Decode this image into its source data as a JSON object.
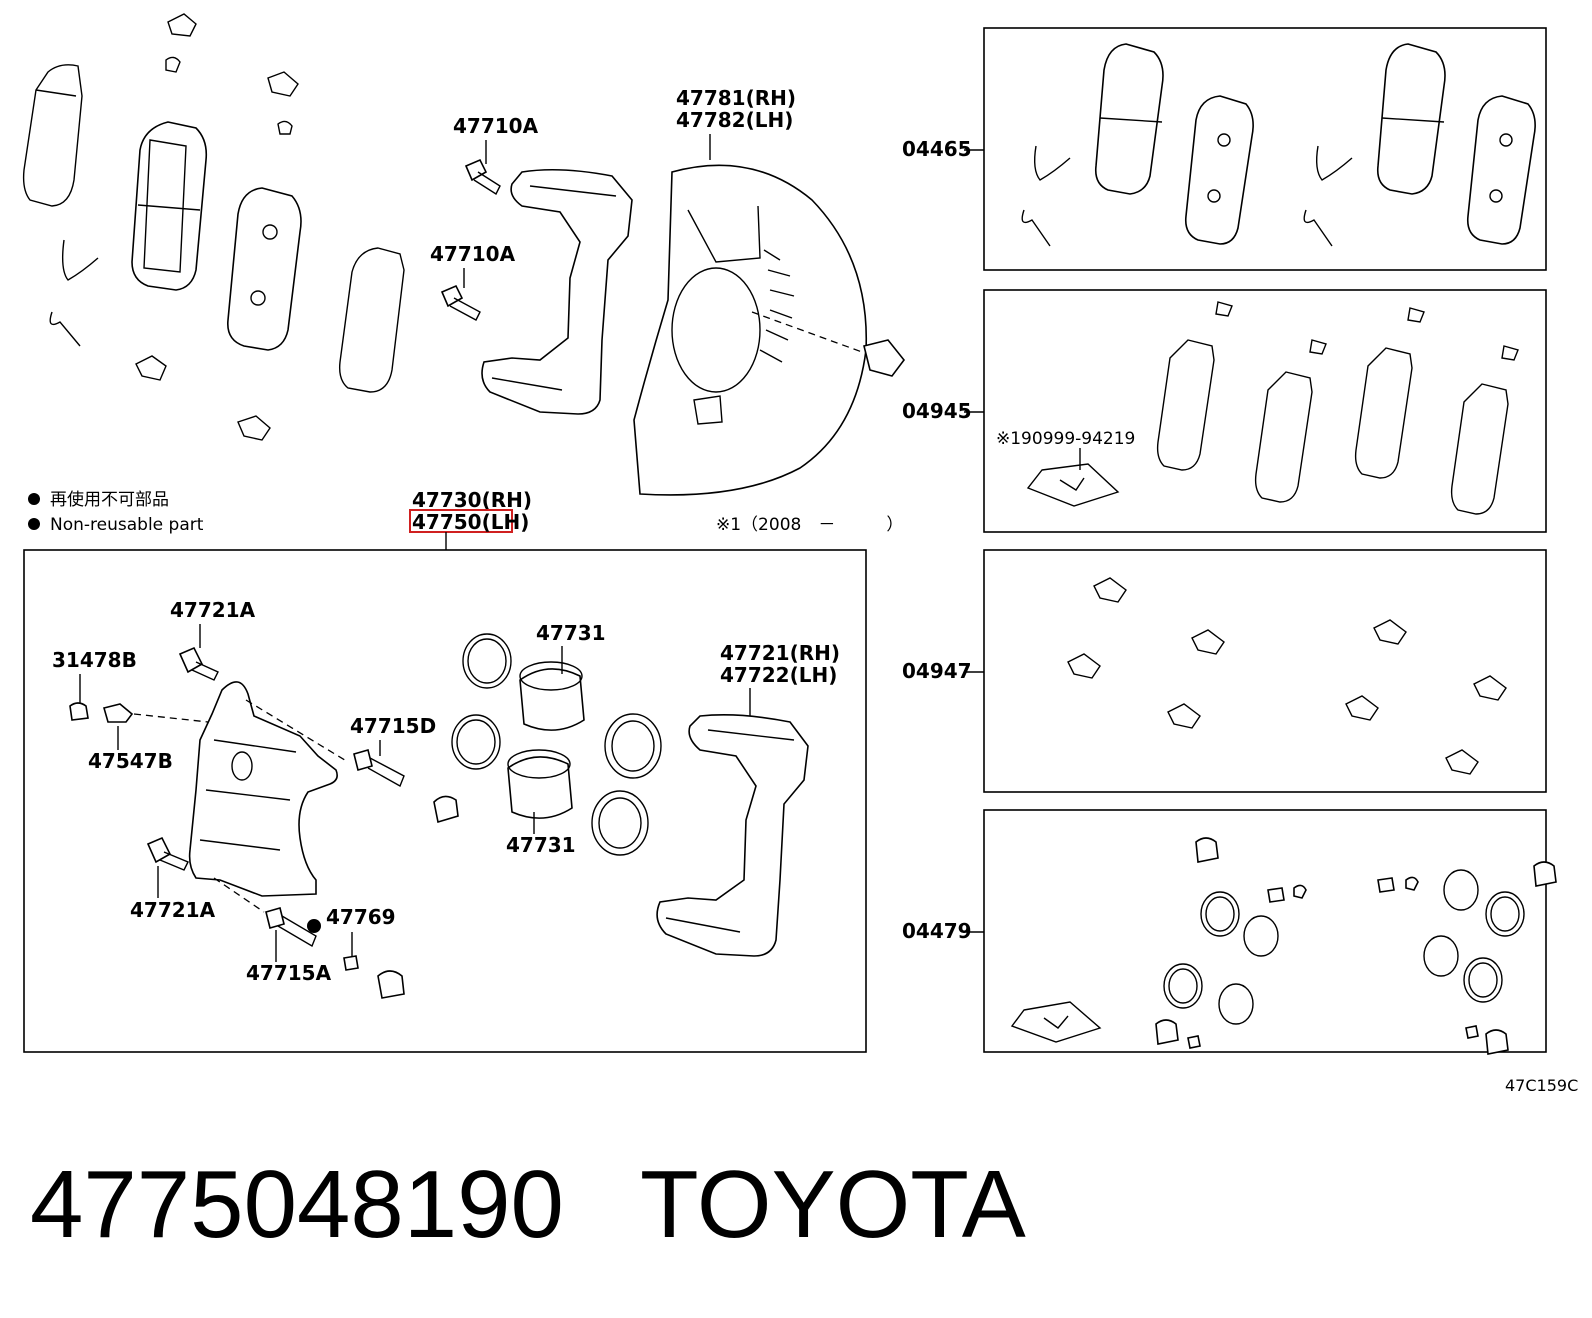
{
  "legend": {
    "jp": "再使用不可部品",
    "en": "Non-reusable part"
  },
  "note_2008": "※1（2008　－　　　）",
  "kit_note": "※190999-94219",
  "drawing_code": "47C159C",
  "footer": {
    "part_number": "4775048190",
    "brand": "TOYOTA"
  },
  "labels": {
    "l47710a_1": "47710A",
    "l47710a_2": "47710A",
    "l47781": "47781(RH)",
    "l47782": "47782(LH)",
    "l47730": "47730(RH)",
    "l47750": "47750(LH)",
    "l47721a_top": "47721A",
    "l31478b": "31478B",
    "l47547b": "47547B",
    "l47715d": "47715D",
    "l47731_top": "47731",
    "l47731_bot": "47731",
    "l47721rh": "47721(RH)",
    "l47722lh": "47722(LH)",
    "l47721a_bot": "47721A",
    "l47769": "47769",
    "l47715a": "47715A",
    "k04465": "04465",
    "k04945": "04945",
    "k04947": "04947",
    "k04479": "04479"
  },
  "highlight": {
    "target": "47750(LH)",
    "color": "#d02020"
  }
}
